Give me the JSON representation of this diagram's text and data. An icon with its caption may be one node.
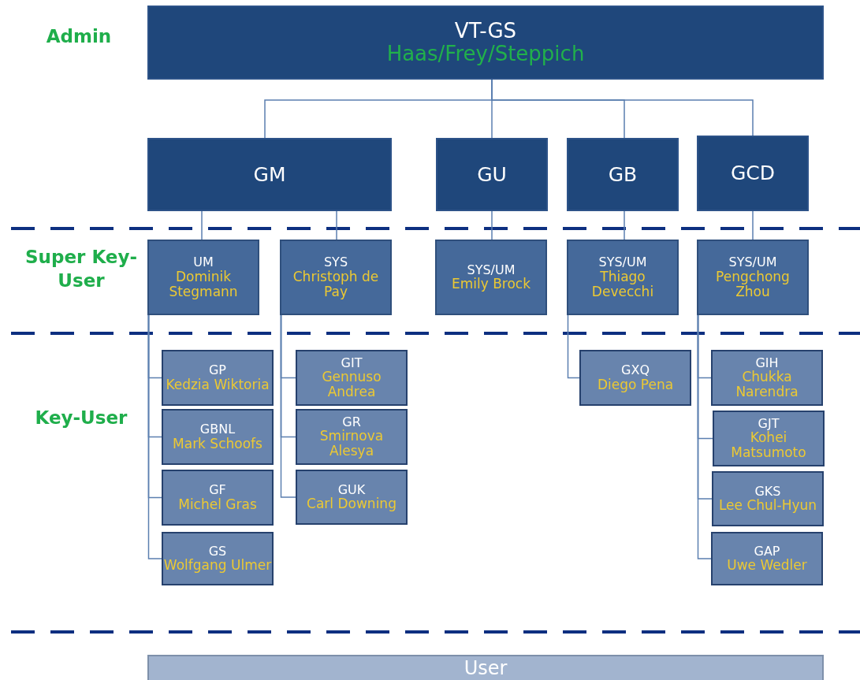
{
  "diagram": {
    "nodes": [
      {
        "text": [
          "VT-GS",
          "Haas/Frey/Steppich"
        ]
      },
      {
        "text": [
          "GM"
        ]
      },
      {
        "text": [
          "GU"
        ]
      },
      {
        "text": [
          "GB"
        ]
      },
      {
        "text": [
          "GCD"
        ]
      },
      {
        "text": [
          "UM",
          "Dominik Stegmann"
        ]
      },
      {
        "text": [
          "SYS",
          "Christoph de Pay"
        ]
      },
      {
        "text": [
          "SYS/UM",
          "Emily Brock"
        ]
      },
      {
        "text": [
          "SYS/UM",
          "Thiago Devecchi"
        ]
      },
      {
        "text": [
          "SYS/UM",
          "Pengchong Zhou"
        ]
      },
      {
        "text": [
          "GP",
          "Kedzia Wiktoria"
        ]
      },
      {
        "text": [
          "GBNL",
          "Mark Schoofs"
        ]
      },
      {
        "text": [
          "GF",
          "Michel Gras"
        ]
      },
      {
        "text": [
          "GS",
          "Wolfgang Ulmer"
        ]
      },
      {
        "text": [
          "GIT",
          "Gennuso Andrea"
        ]
      },
      {
        "text": [
          "GR",
          "Smirnova Alesya"
        ]
      },
      {
        "text": [
          "GUK",
          "Carl Downing"
        ]
      },
      {
        "text": [
          "GXQ",
          "Diego Pena"
        ]
      },
      {
        "text": [
          "GIH",
          "Chukka Narendra"
        ]
      },
      {
        "text": [
          "GJT",
          "Kohei Matsumoto"
        ]
      },
      {
        "text": [
          "GKS",
          "Lee Chul-Hyun"
        ]
      },
      {
        "text": [
          "GAP",
          "Uwe Wedler"
        ]
      },
      {
        "text": [
          "User"
        ]
      }
    ],
    "edges": [
      {
        "from": 0,
        "to": 1,
        "arrow": "none"
      },
      {
        "from": 0,
        "to": 2,
        "arrow": "none"
      },
      {
        "from": 0,
        "to": 3,
        "arrow": "none"
      },
      {
        "from": 0,
        "to": 4,
        "arrow": "none"
      },
      {
        "from": 1,
        "to": 5,
        "arrow": "none"
      },
      {
        "from": 1,
        "to": 6,
        "arrow": "none"
      },
      {
        "from": 2,
        "to": 7,
        "arrow": "none"
      },
      {
        "from": 3,
        "to": 8,
        "arrow": "none"
      },
      {
        "from": 4,
        "to": 9,
        "arrow": "none"
      },
      {
        "from": 5,
        "to": 10,
        "arrow": "none"
      },
      {
        "from": 5,
        "to": 11,
        "arrow": "none"
      },
      {
        "from": 5,
        "to": 12,
        "arrow": "none"
      },
      {
        "from": 5,
        "to": 13,
        "arrow": "none"
      },
      {
        "from": 6,
        "to": 14,
        "arrow": "none"
      },
      {
        "from": 6,
        "to": 15,
        "arrow": "none"
      },
      {
        "from": 6,
        "to": 16,
        "arrow": "none"
      },
      {
        "from": 8,
        "to": 17,
        "arrow": "none"
      },
      {
        "from": 9,
        "to": 18,
        "arrow": "none"
      },
      {
        "from": 9,
        "to": 19,
        "arrow": "none"
      },
      {
        "from": 9,
        "to": 20,
        "arrow": "none"
      },
      {
        "from": 9,
        "to": 21,
        "arrow": "none"
      }
    ],
    "labels": [
      "Admin",
      "Super Key-User",
      "Key-User"
    ]
  }
}
